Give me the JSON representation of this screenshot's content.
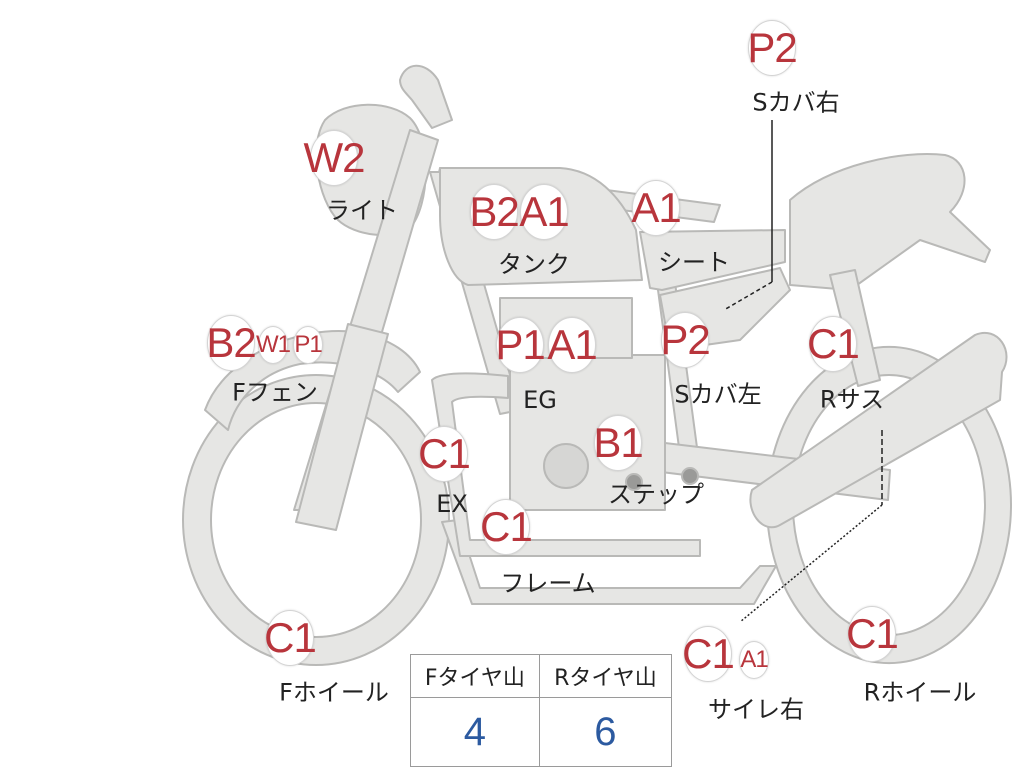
{
  "parts": [
    {
      "id": "light",
      "label": "ライト",
      "codes": [
        {
          "text": "W2"
        }
      ]
    },
    {
      "id": "tank",
      "label": "タンク",
      "codes": [
        {
          "text": "B2"
        },
        {
          "text": "A1"
        }
      ]
    },
    {
      "id": "seat",
      "label": "シート",
      "codes": [
        {
          "text": "A1"
        }
      ]
    },
    {
      "id": "side-cover-right",
      "label": "Sカバ右",
      "codes": [
        {
          "text": "P2"
        }
      ]
    },
    {
      "id": "front-fender",
      "label": "Fフェン",
      "codes": [
        {
          "text": "B2"
        },
        {
          "text": "W1",
          "size": "small"
        },
        {
          "text": "P1",
          "size": "small"
        }
      ]
    },
    {
      "id": "engine",
      "label": "EG",
      "codes": [
        {
          "text": "P1"
        },
        {
          "text": "A1"
        }
      ]
    },
    {
      "id": "side-cover-left",
      "label": "Sカバ左",
      "codes": [
        {
          "text": "P2"
        }
      ]
    },
    {
      "id": "rear-suspension",
      "label": "Rサス",
      "codes": [
        {
          "text": "C1"
        }
      ]
    },
    {
      "id": "exhaust",
      "label": "EX",
      "codes": [
        {
          "text": "C1"
        }
      ]
    },
    {
      "id": "step",
      "label": "ステップ",
      "codes": [
        {
          "text": "B1"
        }
      ]
    },
    {
      "id": "frame",
      "label": "フレーム",
      "codes": [
        {
          "text": "C1"
        }
      ]
    },
    {
      "id": "front-wheel",
      "label": "Fホイール",
      "codes": [
        {
          "text": "C1"
        }
      ]
    },
    {
      "id": "silencer-right",
      "label": "サイレ右",
      "codes": [
        {
          "text": "C1"
        },
        {
          "text": "A1",
          "size": "small"
        }
      ]
    },
    {
      "id": "rear-wheel",
      "label": "Rホイール",
      "codes": [
        {
          "text": "C1"
        }
      ]
    }
  ],
  "tire_table": {
    "headers": [
      "Fタイヤ山",
      "Rタイヤ山"
    ],
    "values": [
      "4",
      "6"
    ]
  },
  "colors": {
    "code_text": "#b8353c",
    "value_text": "#2c5aa0",
    "bike_fill": "#e6e6e4",
    "bike_stroke": "#b9b9b7"
  }
}
